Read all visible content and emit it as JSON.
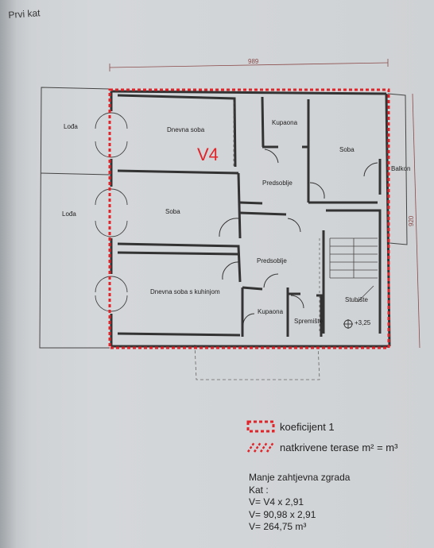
{
  "heading": "Prvi kat",
  "dimensions": {
    "width": "989",
    "height": "920"
  },
  "zone_label": "V4",
  "rooms": {
    "lodja_top": "Lođa",
    "lodja_bottom": "Lođa",
    "dnevna_soba": "Dnevna soba",
    "kupaona_top": "Kupaona",
    "soba_right": "Soba",
    "balkon": "Balkon",
    "predsoblje_top": "Predsoblje",
    "soba_middle": "Soba",
    "predsoblje_bottom": "Predsoblje",
    "dnevna_kuhinja": "Dnevna soba s kuhinjom",
    "kupaona_bottom": "Kupaona",
    "spremiste": "Spremište",
    "stubiste": "Stubište",
    "level": "+3,25"
  },
  "legend": [
    {
      "label": "koeficijent 1"
    },
    {
      "label": "natkrivene terase m² = m³"
    }
  ],
  "calculation": [
    "Manje zahtjevna zgrada",
    "Kat :",
    "V= V4 x 2,91",
    "V= 90,98 x 2,91",
    "V= 264,75   m³"
  ],
  "colors": {
    "outline": "#e0242a",
    "walls": "#333333",
    "dims": "#8a4a4a"
  }
}
